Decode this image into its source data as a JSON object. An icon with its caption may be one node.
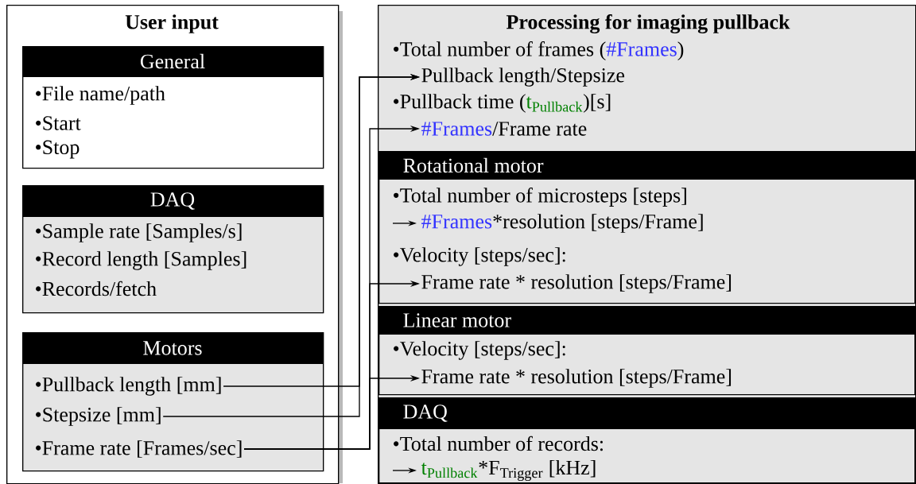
{
  "diagram": {
    "nodes": [
      {
        "text": [
          "User input"
        ]
      },
      {
        "text": [
          "General",
          "•File name/path",
          "•Start",
          "•Stop"
        ],
        "in": 0
      },
      {
        "text": [
          "DAQ",
          "•Sample rate [Samples/s]",
          "•Record length [Samples]",
          "•Records/fetch"
        ],
        "in": 0
      },
      {
        "text": [
          "Motors"
        ],
        "in": 0
      },
      {
        "text": [
          "•Pullback length [mm]"
        ],
        "in": 3
      },
      {
        "text": [
          "•Stepsize [mm]"
        ],
        "in": 3
      },
      {
        "text": [
          "•Frame rate [Frames/sec]"
        ],
        "in": 3
      },
      {
        "text": [
          "Processing for imaging pullback",
          "•Total number of frames (",
          "#Frames",
          ")",
          "•Pullback time (",
          "t$_{Pullback}$",
          ")[s]"
        ]
      },
      {
        "text": [
          "Pullback length/Stepsize"
        ],
        "in": 7
      },
      {
        "text": [
          "#Frames",
          "/Frame rate"
        ],
        "in": 7
      },
      {
        "text": [
          "Rotational motor",
          "•Total number of microsteps [steps]",
          "#Frames",
          "*resolution [steps/Frame]",
          "•Velocity [steps/sec]:"
        ],
        "in": 7
      },
      {
        "text": [
          "Frame rate * resolution [steps/Frame]"
        ],
        "in": 10
      },
      {
        "text": [
          "Linear motor",
          "•Velocity [steps/sec]:"
        ],
        "in": 7
      },
      {
        "text": [
          "Frame rate * resolution [steps/Frame]"
        ],
        "in": 12
      },
      {
        "text": [
          "DAQ",
          "•Total number of records:",
          "t$_{Pullback}$",
          "*F$_{Trigger}$ [kHz]"
        ],
        "in": 7
      }
    ],
    "edges": [
      {
        "from": 4,
        "to": 8,
        "arrow": "to"
      },
      {
        "from": 5,
        "to": 8,
        "arrow": "to"
      },
      {
        "from": 6,
        "to": 9,
        "arrow": "to"
      },
      {
        "from": 6,
        "to": 11,
        "arrow": "to"
      },
      {
        "from": 6,
        "to": 13,
        "arrow": "to"
      }
    ]
  }
}
